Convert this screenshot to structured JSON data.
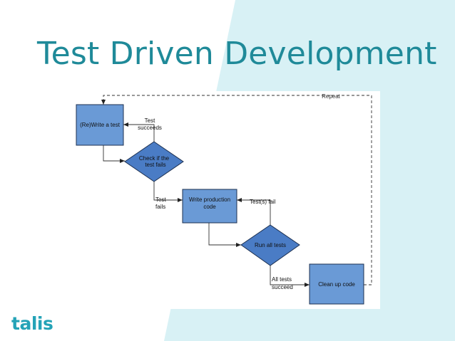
{
  "slide": {
    "title": "Test Driven Development",
    "logo_text": "talis"
  },
  "colors": {
    "title": "#1f8a99",
    "accent_bg": "#d8f1f5",
    "shape_fill": "#6a9ad6",
    "shape_stroke": "#1d3050",
    "logo": "#24a3b7"
  },
  "diagram": {
    "nodes": {
      "write_test": "(Re)Write a test",
      "check_fails_line1": "Check if the",
      "check_fails_line2": "test fails",
      "write_code_line1": "Write production",
      "write_code_line2": "code",
      "run_tests": "Run all tests",
      "clean_up": "Clean up code"
    },
    "edge_labels": {
      "test_succeeds_line1": "Test",
      "test_succeeds_line2": "succeeds",
      "test_fails_line1": "Test",
      "test_fails_line2": "fails",
      "tests_fail": "Test(s) fail",
      "all_succeed_line1": "All tests",
      "all_succeed_line2": "succeed",
      "repeat": "Repeat"
    }
  }
}
